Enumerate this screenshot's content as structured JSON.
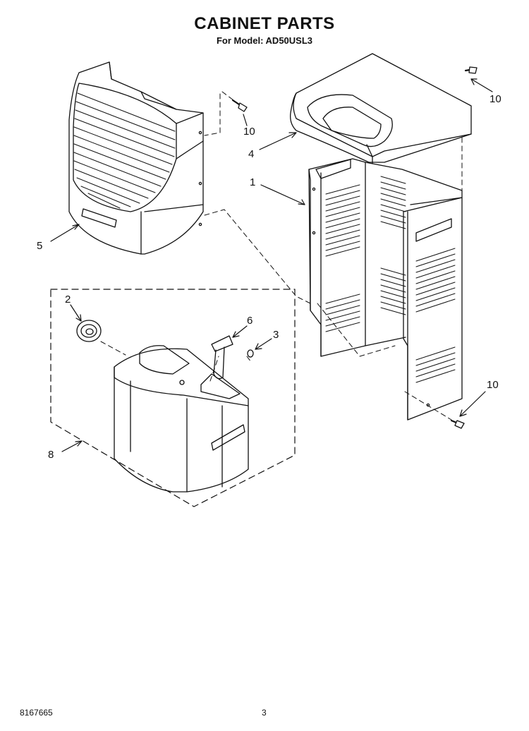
{
  "header": {
    "title": "CABINET PARTS",
    "subtitle": "For Model: AD50USL3"
  },
  "callouts": [
    {
      "id": "c10a",
      "label": "10"
    },
    {
      "id": "c10b",
      "label": "10"
    },
    {
      "id": "c4",
      "label": "4"
    },
    {
      "id": "c1",
      "label": "1"
    },
    {
      "id": "c5",
      "label": "5"
    },
    {
      "id": "c2",
      "label": "2"
    },
    {
      "id": "c6",
      "label": "6"
    },
    {
      "id": "c3",
      "label": "3"
    },
    {
      "id": "c8",
      "label": "8"
    },
    {
      "id": "c10c",
      "label": "10"
    }
  ],
  "footer": {
    "doc_number": "8167665",
    "page_number": "3"
  }
}
